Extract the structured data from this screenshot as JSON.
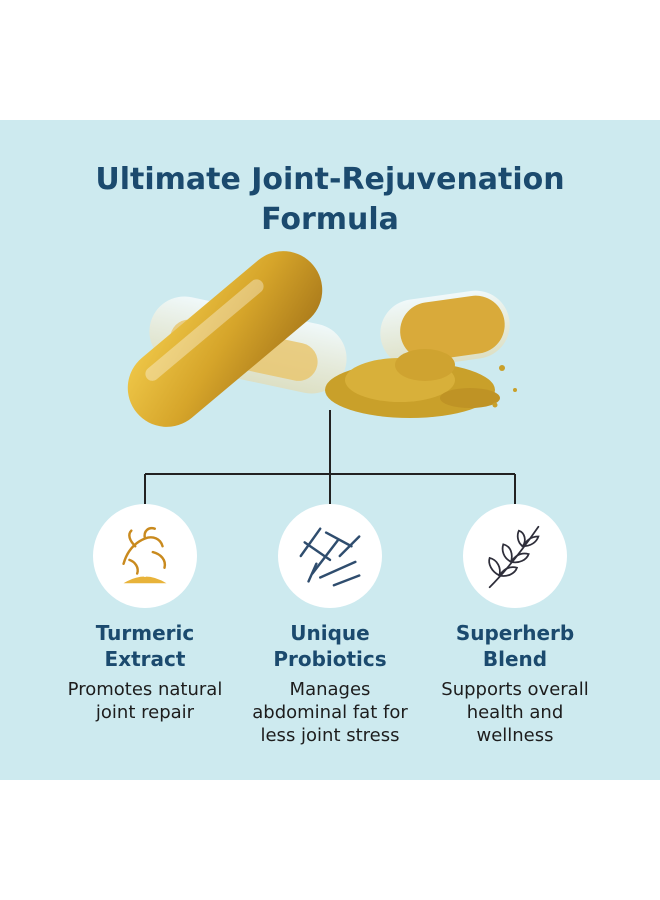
{
  "header": {
    "title_line1": "Ultimate Joint-Rejuvenation",
    "title_line2": "Formula"
  },
  "colors": {
    "background": "#cdeaef",
    "title": "#1b4a6e",
    "capsule": "#d6a52a",
    "powder": "#c9a02a"
  },
  "features": [
    {
      "icon": "turmeric-root-icon",
      "title": "Turmeric\nExtract",
      "description": "Promotes natural\njoint repair"
    },
    {
      "icon": "probiotic-bacteria-icon",
      "title": "Unique\nProbiotics",
      "description": "Manages\nabdominal fat for\nless joint stress"
    },
    {
      "icon": "herb-leaves-icon",
      "title": "Superherb\nBlend",
      "description": "Supports overall\nhealth and\nwellness"
    }
  ]
}
